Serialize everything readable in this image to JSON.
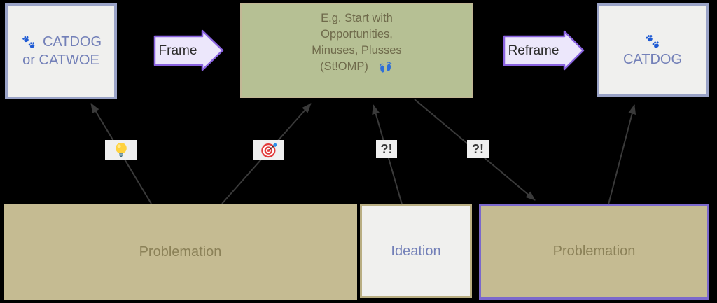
{
  "diagram": {
    "top_left_box": {
      "icon": "paw-prints-icon",
      "title_line1": "CATDOG",
      "title_line2": "or CATWOE"
    },
    "frame_arrow": {
      "label": "Frame"
    },
    "center_box": {
      "lines": [
        "E.g. Start with",
        "Opportunities,",
        "Minuses, Plusses",
        "(St!OMP)"
      ],
      "icon": "footprints-icon"
    },
    "reframe_arrow": {
      "label": "Reframe"
    },
    "top_right_box": {
      "icon": "paw-prints-icon",
      "title": "CATDOG"
    },
    "bottom_left_box": {
      "label": "Problemation"
    },
    "bottom_middle_box": {
      "label": "Ideation"
    },
    "bottom_right_box": {
      "label": "Problemation"
    },
    "connector_badges": [
      {
        "icon": "lightbulb-icon",
        "text": ""
      },
      {
        "icon": "target-icon",
        "text": ""
      },
      {
        "icon": "none",
        "text": "?!"
      },
      {
        "icon": "none",
        "text": "?!"
      }
    ],
    "colors": {
      "background": "#000000",
      "slate_border": "#9aa3c7",
      "slate_text": "#7380b8",
      "light_fill": "#f0f0ee",
      "green_fill": "#b6c094",
      "olive_text": "#6f6a4b",
      "tan_fill": "#c5bb92",
      "tan_text": "#8b8158",
      "tan_border": "#b9ae82",
      "purple_border": "#7b68cc",
      "block_arrow_border": "#8a63e0",
      "block_arrow_fill": "#ece7fb",
      "connector_color": "#3a3a3a",
      "paw_blue": "#1f5bd4"
    }
  }
}
